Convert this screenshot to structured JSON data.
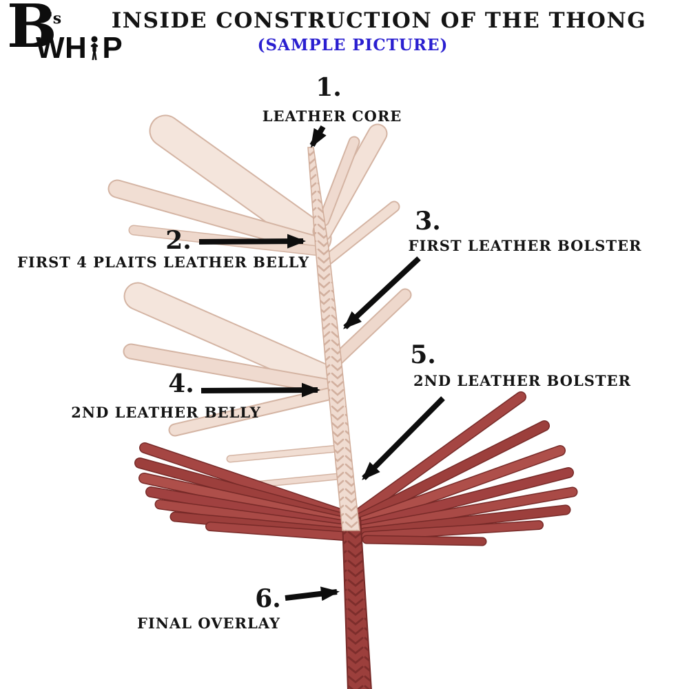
{
  "logo": {
    "b": "B",
    "s": "'s",
    "wh": "WH",
    "p": "P"
  },
  "header": {
    "title": "INSIDE CONSTRUCTION OF THE THONG",
    "subtitle": "(SAMPLE PICTURE)"
  },
  "annotations": [
    {
      "number": "1.",
      "label": "LEATHER CORE"
    },
    {
      "number": "2.",
      "label": "FIRST 4 PLAITS LEATHER BELLY"
    },
    {
      "number": "3.",
      "label": "FIRST LEATHER BOLSTER"
    },
    {
      "number": "4.",
      "label": "2ND LEATHER BELLY"
    },
    {
      "number": "5.",
      "label": "2ND LEATHER BOLSTER"
    },
    {
      "number": "6.",
      "label": "FINAL OVERLAY"
    }
  ],
  "icons": {
    "logo_person": "person-silhouette"
  },
  "colors": {
    "subtitle": "#2a1fd0",
    "pale_leather": "#f0dcd1",
    "red_leather": "#9c3f3c",
    "arrow": "#0d0d0d"
  }
}
